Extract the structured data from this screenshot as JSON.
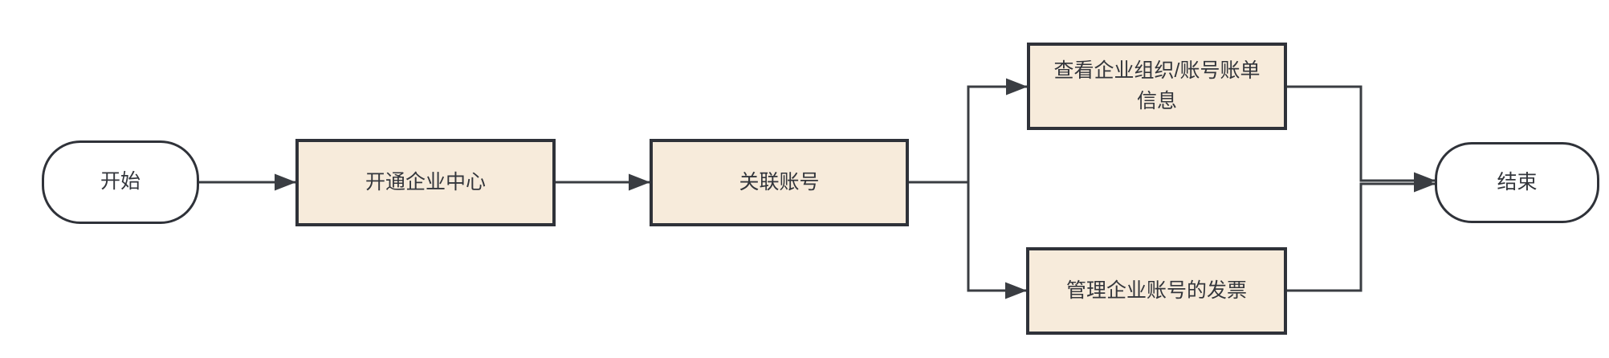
{
  "diagram": {
    "type": "flowchart",
    "direction": "left-to-right",
    "colors": {
      "background": "#FFFFFF",
      "node_fill": "#F7EBDB",
      "node_border": "#2F3239",
      "terminal_fill": "#FFFFFF",
      "line": "#3A3D42",
      "text": "#33363C"
    },
    "nodes": [
      {
        "id": "start",
        "shape": "terminator",
        "label": "开始"
      },
      {
        "id": "open-center",
        "shape": "process",
        "label": "开通企业中心"
      },
      {
        "id": "link-account",
        "shape": "process",
        "label": "关联账号"
      },
      {
        "id": "view-billing",
        "shape": "process",
        "label": "查看企业组织/账号账单信息"
      },
      {
        "id": "manage-invoices",
        "shape": "process",
        "label": "管理企业账号的发票"
      },
      {
        "id": "end",
        "shape": "terminator",
        "label": "结束"
      }
    ],
    "edges": [
      {
        "from": "start",
        "to": "open-center"
      },
      {
        "from": "open-center",
        "to": "link-account"
      },
      {
        "from": "link-account",
        "to": "view-billing"
      },
      {
        "from": "link-account",
        "to": "manage-invoices"
      },
      {
        "from": "view-billing",
        "to": "end"
      },
      {
        "from": "manage-invoices",
        "to": "end"
      }
    ]
  }
}
